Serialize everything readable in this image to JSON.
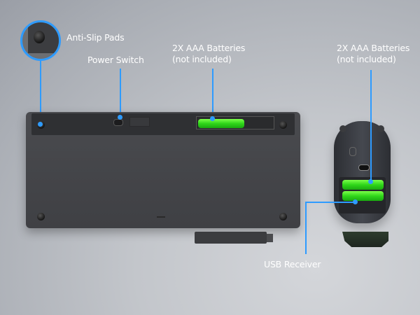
{
  "callouts": {
    "anti_slip": "Anti-Slip Pads",
    "power_switch": "Power Switch",
    "keyboard_batteries_line1": "2X AAA Batteries",
    "keyboard_batteries_line2": "(not included)",
    "mouse_batteries_line1": "2X AAA Batteries",
    "mouse_batteries_line2": "(not included)",
    "usb_receiver": "USB Receiver"
  },
  "colors": {
    "accent": "#2e9bff",
    "battery": "#3fe020"
  }
}
